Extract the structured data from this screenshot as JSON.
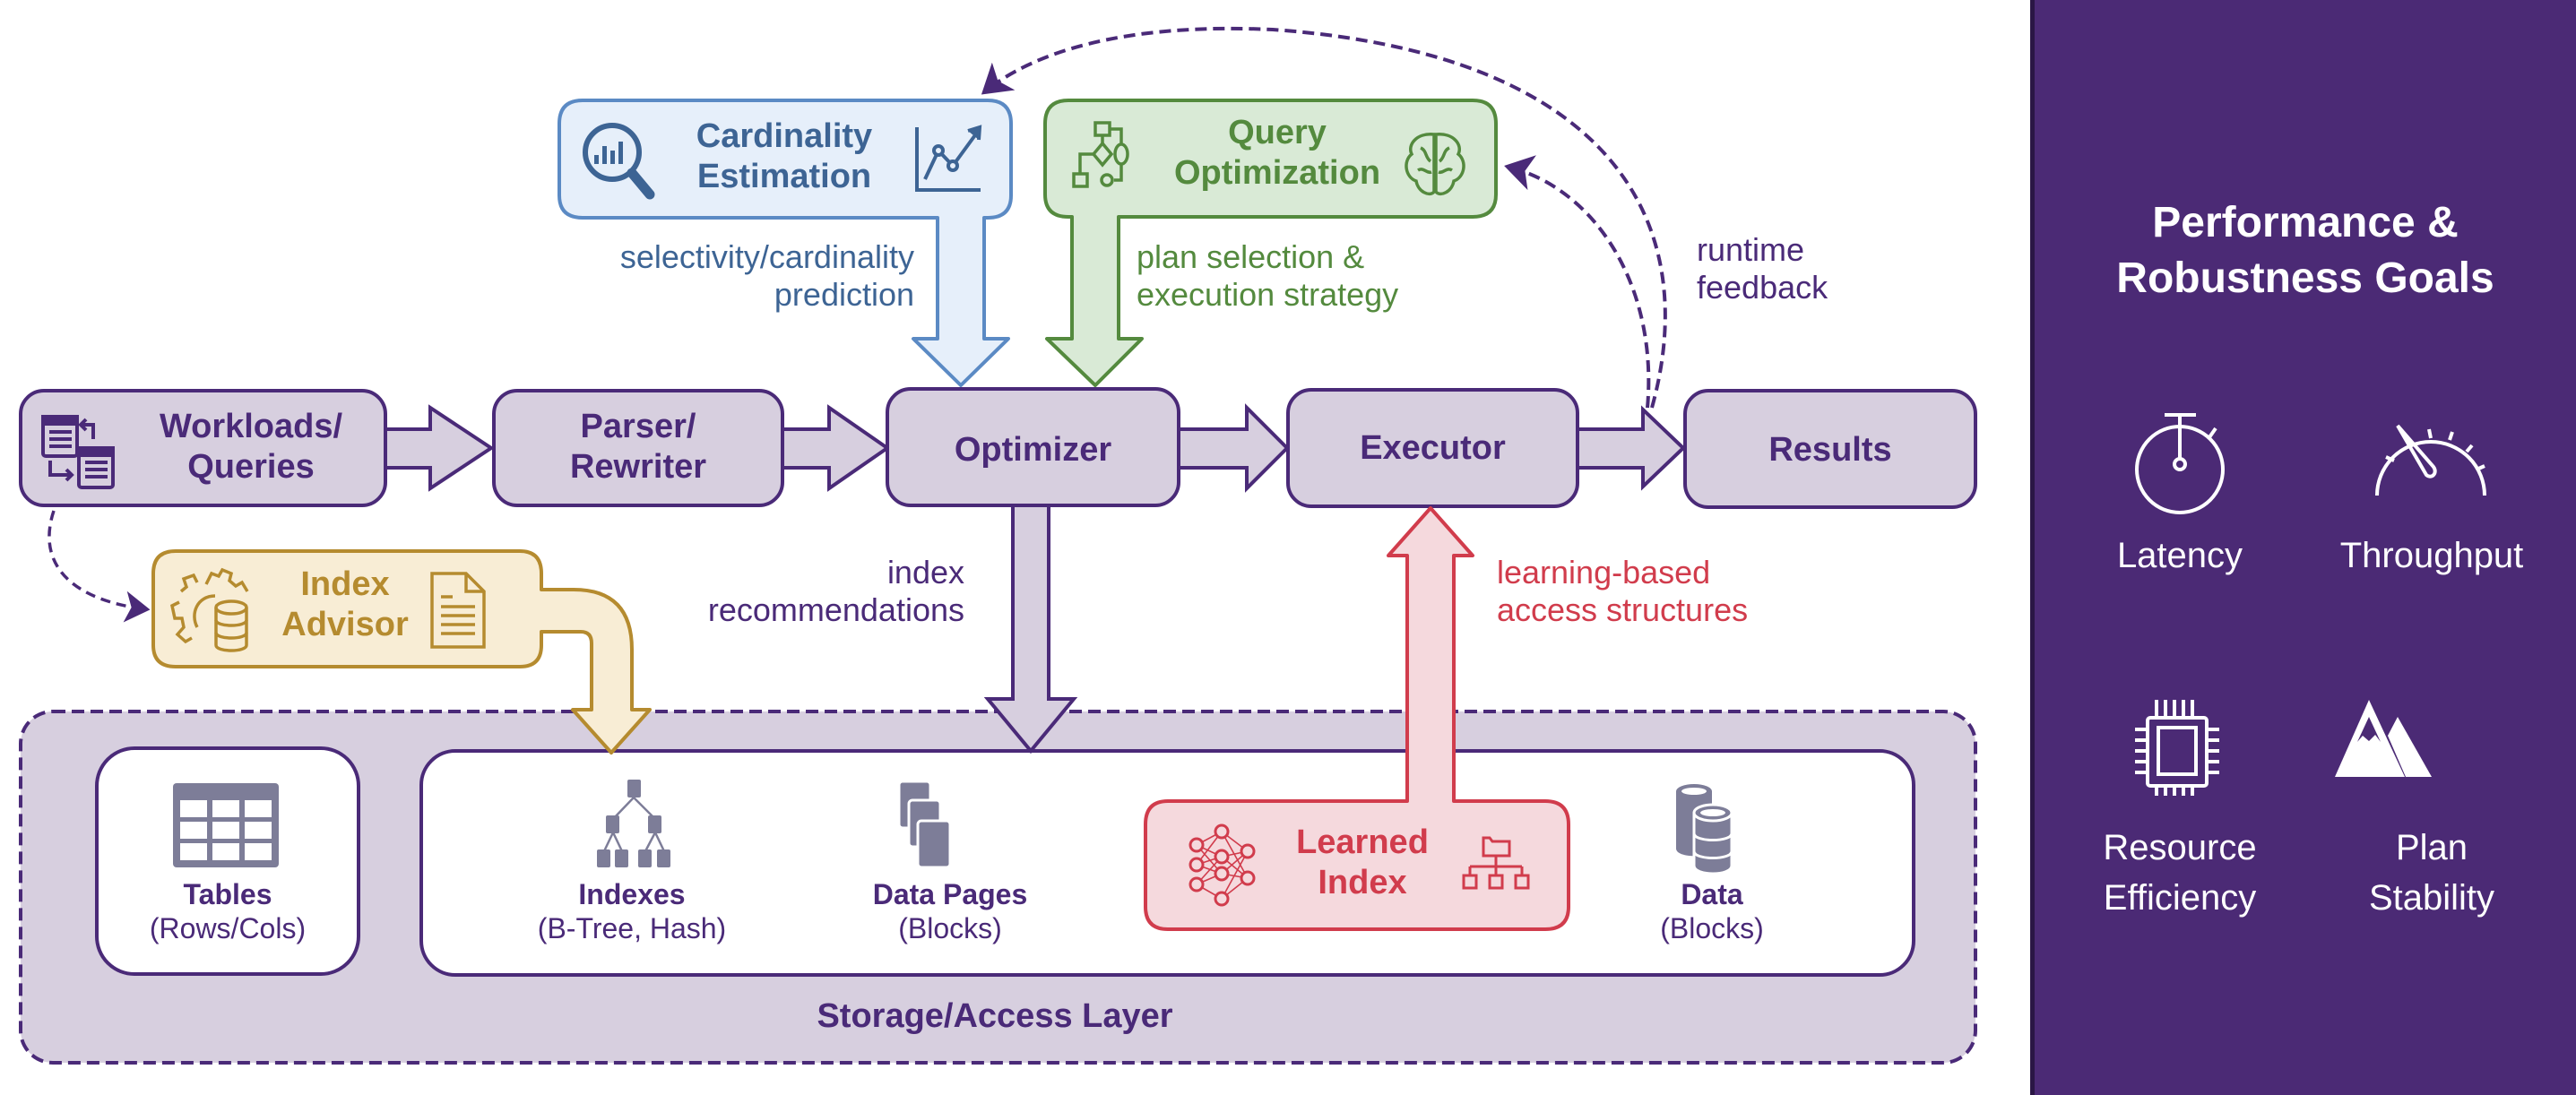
{
  "colors": {
    "purple": "#4a2a78",
    "pipeline_fill": "#d7cfdf",
    "blue": "#3d6494",
    "blue_stroke": "#5b8ac4",
    "blue_fill": "#e6effa",
    "green": "#548a3e",
    "green_fill": "#d9ead6",
    "gold": "#b58b2f",
    "gold_fill": "#f8edd5",
    "red": "#d13c4c",
    "red_fill": "#f5d9dd",
    "icon_gray": "#7d7d98",
    "panel_bg": "#4b2a75"
  },
  "pipeline": {
    "workloads": {
      "label_line1": "Workloads/",
      "label_line2": "Queries",
      "icon": "query-swap-icon"
    },
    "parser": {
      "label_line1": "Parser/",
      "label_line2": "Rewriter"
    },
    "optimizer": {
      "label": "Optimizer"
    },
    "executor": {
      "label": "Executor"
    },
    "results": {
      "label": "Results"
    }
  },
  "ml_modules": {
    "cardinality": {
      "title_line1": "Cardinality",
      "title_line2": "Estimation",
      "icon_left": "magnifier-chart-icon",
      "icon_right": "line-chart-trend-icon",
      "caption_line1": "selectivity/cardinality",
      "caption_line2": "prediction"
    },
    "query_optimization": {
      "title_line1": "Query",
      "title_line2": "Optimization",
      "icon_left": "flowchart-icon",
      "icon_right": "brain-icon",
      "caption_line1": "plan selection &",
      "caption_line2": "execution strategy"
    },
    "index_advisor": {
      "title_line1": "Index",
      "title_line2": "Advisor",
      "icon_left": "gear-database-icon",
      "icon_right": "document-icon"
    },
    "learned_index": {
      "title_line1": "Learned",
      "title_line2": "Index",
      "icon_left": "neural-network-icon",
      "icon_right": "folder-hierarchy-icon",
      "caption_line1": "learning-based",
      "caption_line2": "access structures"
    }
  },
  "annotations": {
    "index_recommendations_line1": "index",
    "index_recommendations_line2": "recommendations",
    "runtime_feedback_line1": "runtime",
    "runtime_feedback_line2": "feedback"
  },
  "storage": {
    "layer_label": "Storage/Access Layer",
    "items": [
      {
        "title": "Tables",
        "subtitle": "(Rows/Cols)",
        "icon": "table-grid-icon"
      },
      {
        "title": "Indexes",
        "subtitle": "(B-Tree, Hash)",
        "icon": "tree-icon"
      },
      {
        "title": "Data Pages",
        "subtitle": "(Blocks)",
        "icon": "stacked-pages-icon"
      },
      {
        "title": "Data",
        "subtitle": "(Blocks)",
        "icon": "database-cylinders-icon"
      }
    ]
  },
  "goals": {
    "title_line1": "Performance &",
    "title_line2": "Robustness Goals",
    "items": [
      {
        "line1": "Latency",
        "line2": "",
        "icon": "stopwatch-icon"
      },
      {
        "line1": "Throughput",
        "line2": "",
        "icon": "speedometer-icon"
      },
      {
        "line1": "Resource",
        "line2": "Efficiency",
        "icon": "cpu-chip-icon"
      },
      {
        "line1": "Plan",
        "line2": "Stability",
        "icon": "mountain-icon"
      }
    ]
  }
}
